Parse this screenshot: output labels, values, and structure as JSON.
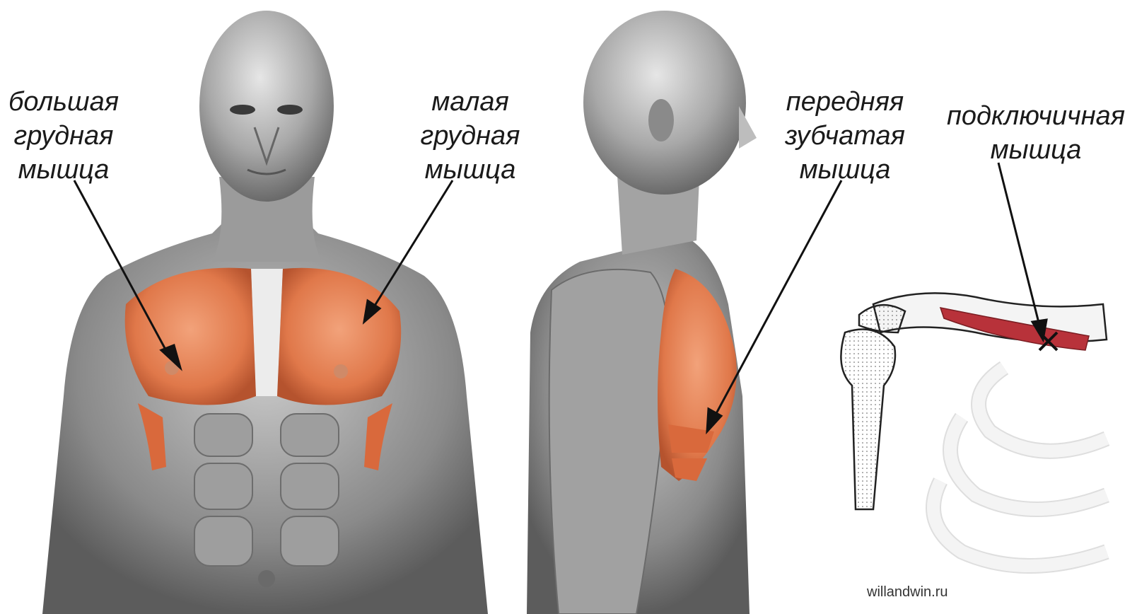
{
  "labels": {
    "pectoralis_major": [
      "большая",
      "грудная",
      "мышца"
    ],
    "pectoralis_minor": [
      "малая",
      "грудная",
      "мышца"
    ],
    "serratus_anterior": [
      "передняя",
      "зубчатая",
      "мышца"
    ],
    "subclavius": [
      "подключичная",
      "мышца"
    ]
  },
  "watermark": "willandwin.ru",
  "colors": {
    "muscle_highlight": "#e0784a",
    "muscle_gray": "#8c8c8c",
    "bone_fill": "#f4f4f4",
    "subclavius_red": "#b8323a",
    "pointer": "#111111"
  }
}
